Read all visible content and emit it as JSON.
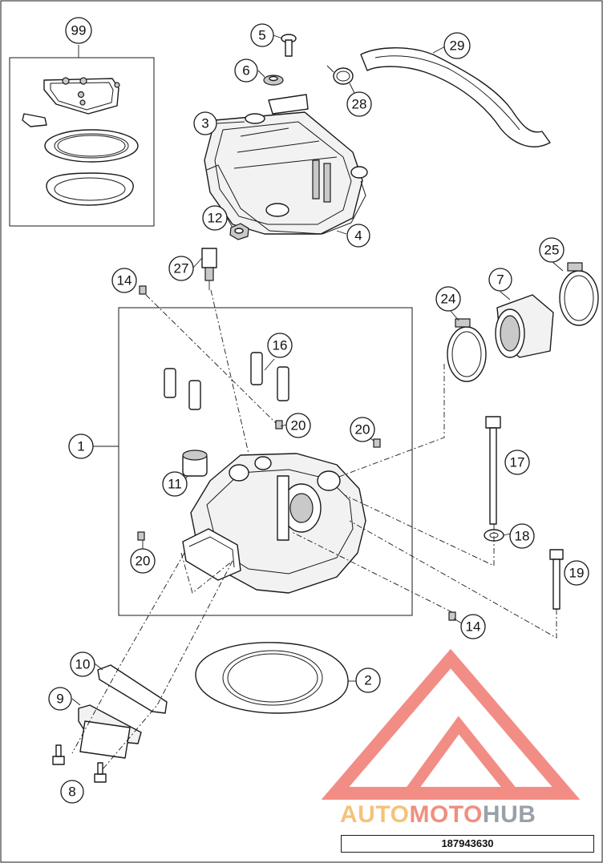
{
  "document": {
    "number": "187943630"
  },
  "watermark": {
    "brand_part1": "AUTO",
    "brand_part2": "MOTO",
    "brand_part3": "HUB",
    "color_part1": "#f5c27a",
    "color_part2": "#f08f7f",
    "color_part3": "#9aa0a8",
    "logo_color": "#f07a72"
  },
  "callouts": [
    {
      "id": "99",
      "label": "99"
    },
    {
      "id": "5",
      "label": "5"
    },
    {
      "id": "6",
      "label": "6"
    },
    {
      "id": "3",
      "label": "3"
    },
    {
      "id": "29",
      "label": "29"
    },
    {
      "id": "28",
      "label": "28"
    },
    {
      "id": "12",
      "label": "12"
    },
    {
      "id": "4",
      "label": "4"
    },
    {
      "id": "27",
      "label": "27"
    },
    {
      "id": "14a",
      "label": "14"
    },
    {
      "id": "25",
      "label": "25"
    },
    {
      "id": "7",
      "label": "7"
    },
    {
      "id": "24",
      "label": "24"
    },
    {
      "id": "16",
      "label": "16"
    },
    {
      "id": "20a",
      "label": "20"
    },
    {
      "id": "20b",
      "label": "20"
    },
    {
      "id": "1",
      "label": "1"
    },
    {
      "id": "17",
      "label": "17"
    },
    {
      "id": "11",
      "label": "11"
    },
    {
      "id": "18",
      "label": "18"
    },
    {
      "id": "20c",
      "label": "20"
    },
    {
      "id": "19",
      "label": "19"
    },
    {
      "id": "14b",
      "label": "14"
    },
    {
      "id": "10",
      "label": "10"
    },
    {
      "id": "2",
      "label": "2"
    },
    {
      "id": "9",
      "label": "9"
    },
    {
      "id": "8",
      "label": "8"
    }
  ]
}
